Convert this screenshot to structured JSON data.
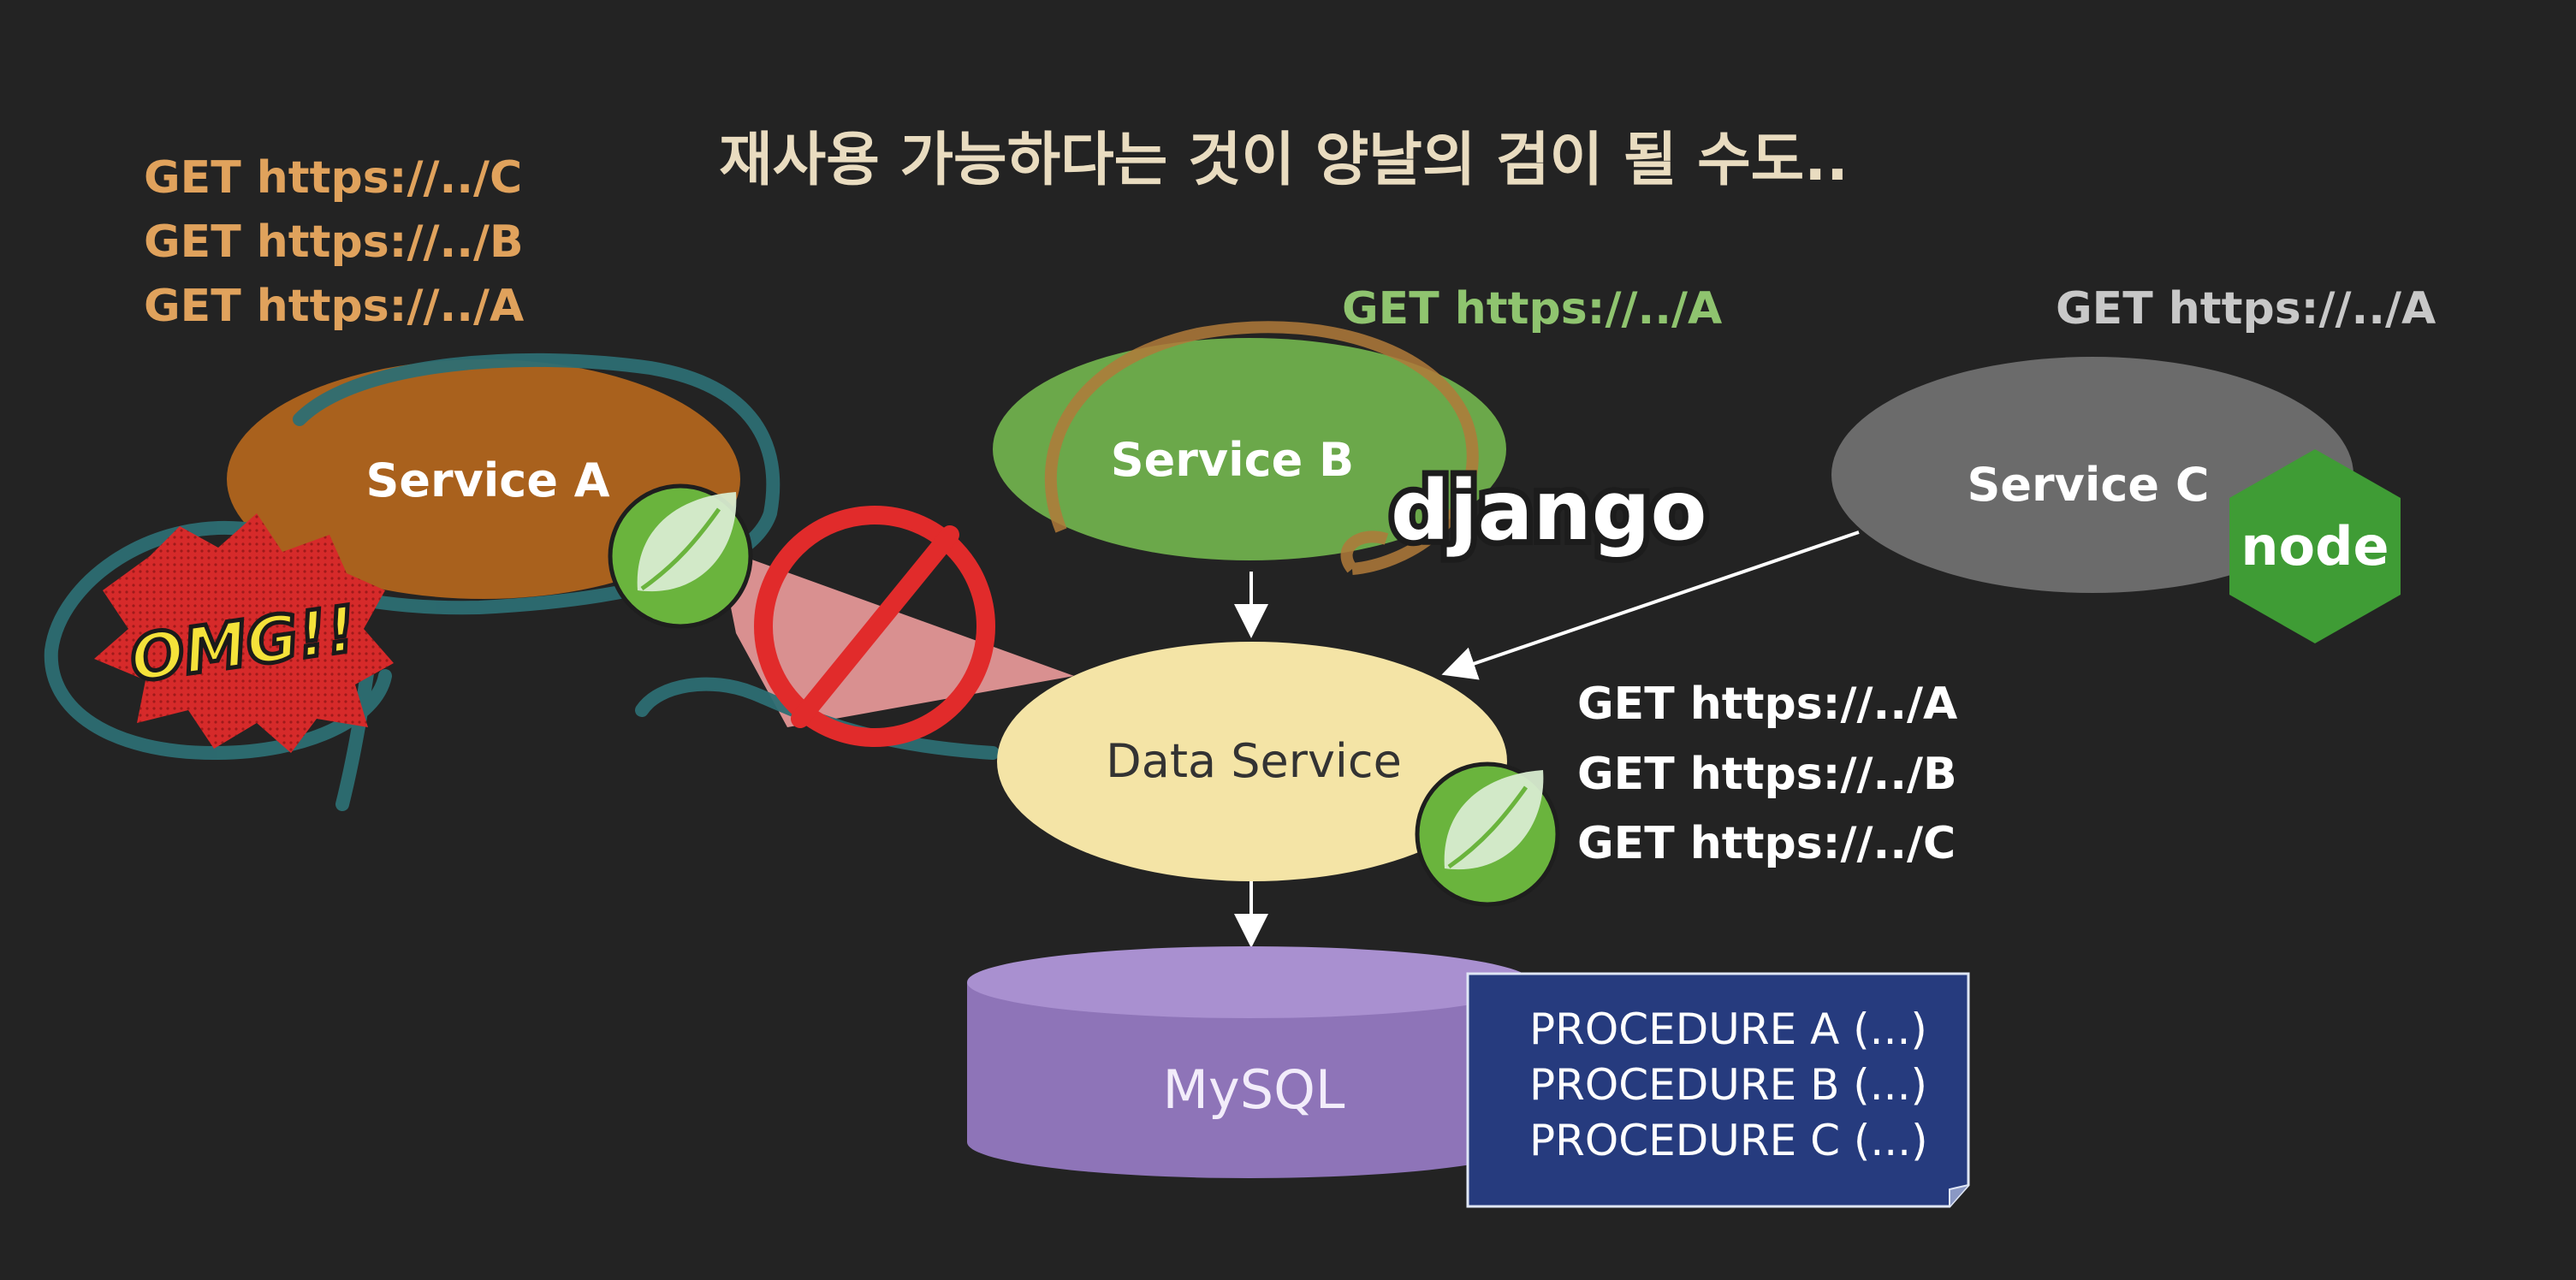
{
  "title": "재사용 가능하다는 것이 양날의 검이 될 수도..",
  "colors": {
    "background": "#232323",
    "title": "#e9dcc0",
    "service_a": "#a9611d",
    "service_a_text_requests": "#e0a25c",
    "service_b": "#6ba84a",
    "service_b_requests": "#8fc46f",
    "service_c": "#6b6b6b",
    "service_c_requests": "#c8c8c8",
    "data_service": "#f4e4a6",
    "mysql": "#8e74b8",
    "procedure_note": "#263b7e",
    "annotation_teal": "#2d6e73",
    "block_red": "#e12b2b",
    "spring": "#6ab43d",
    "node": "#3f9c35"
  },
  "service_a": {
    "label": "Service A",
    "requests": [
      "GET https://../C",
      "GET https://../B",
      "GET https://../A"
    ]
  },
  "service_b": {
    "label": "Service B",
    "framework_logo": "django",
    "requests": [
      "GET https://../A"
    ]
  },
  "service_c": {
    "label": "Service C",
    "framework_logo": "node",
    "requests": [
      "GET https://../A"
    ]
  },
  "data_service": {
    "label": "Data Service",
    "endpoints": [
      "GET https://../A",
      "GET https://../B",
      "GET https://../C"
    ]
  },
  "database": {
    "label": "MySQL",
    "procedures": [
      "PROCEDURE A (...)",
      "PROCEDURE B (...)",
      "PROCEDURE C (...)"
    ]
  },
  "exclamation": "OMG!!",
  "icons": {
    "spring_logo": "spring-leaf-icon",
    "blocked": "prohibited-icon"
  }
}
